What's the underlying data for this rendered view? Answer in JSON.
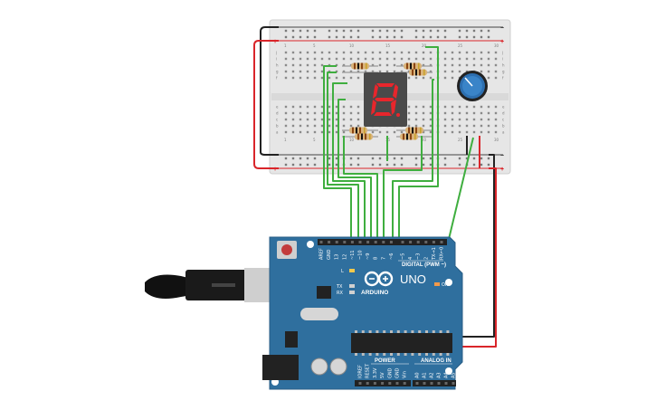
{
  "board": {
    "logo_text": "ARDUINO",
    "model": "UNO",
    "digital_header": "DIGITAL (PWM ~)",
    "power_header": "POWER",
    "analog_header": "ANALOG IN",
    "on_label": "ON",
    "led_labels": {
      "l": "L",
      "tx": "TX",
      "rx": "RX"
    },
    "digital_pins": [
      "AREF",
      "GND",
      "13",
      "12",
      "~11",
      "~10",
      "~9",
      "8",
      "7",
      "~6",
      "~5",
      "4",
      "~3",
      "2",
      "TX→1",
      "RX←0"
    ],
    "power_pins": [
      "IOREF",
      "RESET",
      "3.3V",
      "5V",
      "GND",
      "GND",
      "Vin"
    ],
    "analog_pins": [
      "A0",
      "A1",
      "A2",
      "A3",
      "A4",
      "A5"
    ]
  },
  "breadboard": {
    "rail_plus": "+",
    "rail_minus": "−",
    "row_letters_top": [
      "j",
      "i",
      "h",
      "g",
      "f"
    ],
    "row_letters_bottom": [
      "e",
      "d",
      "c",
      "b",
      "a"
    ],
    "column_numbers": [
      "1",
      "5",
      "10",
      "15",
      "20",
      "25",
      "30"
    ]
  },
  "display": {
    "digit": "8"
  },
  "colors": {
    "board_blue": "#2f6f9e",
    "breadboard": "#e8e8e8",
    "wire_green": "#3fae3f",
    "wire_red": "#d9252a",
    "wire_black": "#222222",
    "segment_red": "#e8262c"
  }
}
